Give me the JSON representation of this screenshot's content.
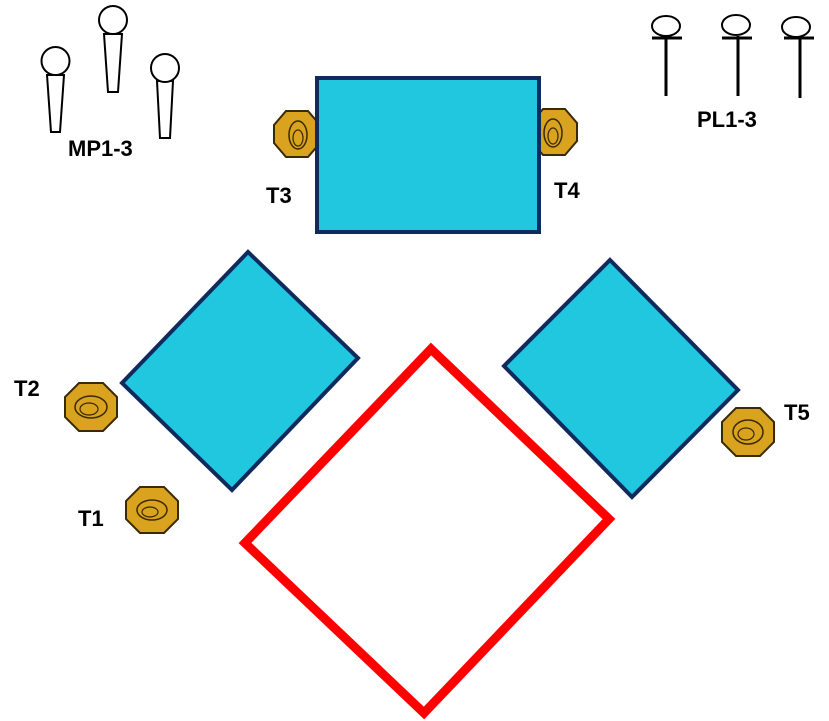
{
  "labels": {
    "mics": "MP1-3",
    "poles": "PL1-3",
    "t1": "T1",
    "t2": "T2",
    "t3": "T3",
    "t4": "T4",
    "t5": "T5"
  },
  "colors": {
    "table_fill": "#20C7DE",
    "table_stroke": "#102A5E",
    "outline": "#FF0000",
    "stool_fill": "#D9A21F",
    "stool_stroke": "#3A2A00",
    "text": "#000000"
  },
  "icons": {
    "mic": "microphone-icon",
    "pole": "light-pole-icon",
    "stool": "stool-icon"
  }
}
